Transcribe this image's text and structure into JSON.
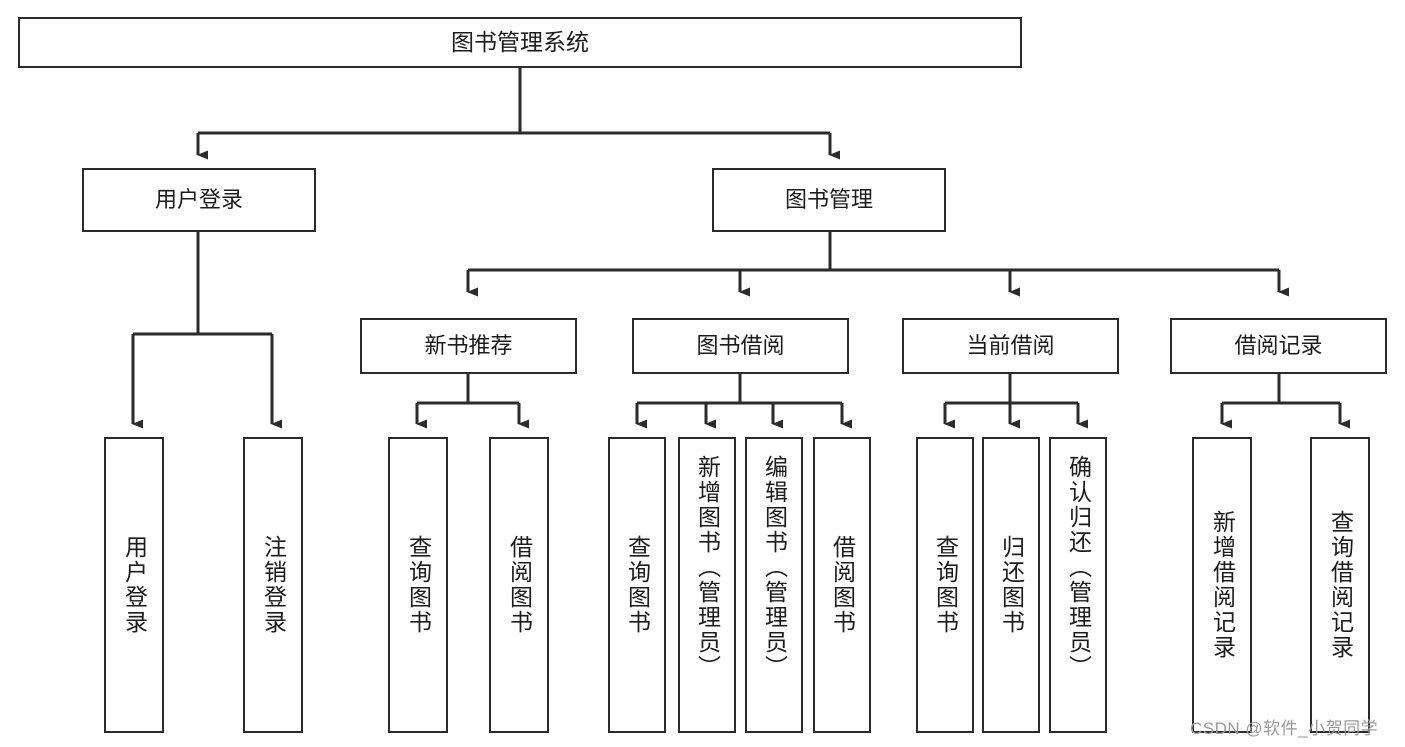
{
  "diagram": {
    "title_node": {
      "id": "root",
      "label": "图书管理系统"
    },
    "level1": [
      {
        "id": "user-login",
        "label": "用户登录"
      },
      {
        "id": "book-management",
        "label": "图书管理"
      }
    ],
    "level2": [
      {
        "id": "new-book-recommend",
        "label": "新书推荐"
      },
      {
        "id": "book-borrow",
        "label": "图书借阅"
      },
      {
        "id": "current-borrow",
        "label": "当前借阅"
      },
      {
        "id": "borrow-record",
        "label": "借阅记录"
      }
    ],
    "leaves": {
      "user_login": [
        {
          "id": "leaf-user-login",
          "label": "用户登录"
        },
        {
          "id": "leaf-logout-login",
          "label": "注销登录"
        }
      ],
      "new_book_recommend": [
        {
          "id": "leaf-query-book-1",
          "label": "查询图书"
        },
        {
          "id": "leaf-borrow-book-1",
          "label": "借阅图书"
        }
      ],
      "book_borrow": [
        {
          "id": "leaf-query-book-2",
          "label": "查询图书"
        },
        {
          "id": "leaf-add-book",
          "label": "新增图书（管理员）"
        },
        {
          "id": "leaf-edit-book",
          "label": "编辑图书（管理员）"
        },
        {
          "id": "leaf-borrow-book-2",
          "label": "借阅图书"
        }
      ],
      "current_borrow": [
        {
          "id": "leaf-query-book-3",
          "label": "查询图书"
        },
        {
          "id": "leaf-return-book",
          "label": "归还图书"
        },
        {
          "id": "leaf-confirm-return",
          "label": "确认归还（管理员）"
        }
      ],
      "borrow_record": [
        {
          "id": "leaf-add-record",
          "label": "新增借阅记录"
        },
        {
          "id": "leaf-query-record",
          "label": "查询借阅记录"
        }
      ]
    },
    "watermark": "CSDN @软件_小贺同学",
    "colors": {
      "stroke": "#2b2b2b",
      "background": "#ffffff",
      "text": "#1c1c1c",
      "watermark": "#9a9a9a"
    }
  }
}
